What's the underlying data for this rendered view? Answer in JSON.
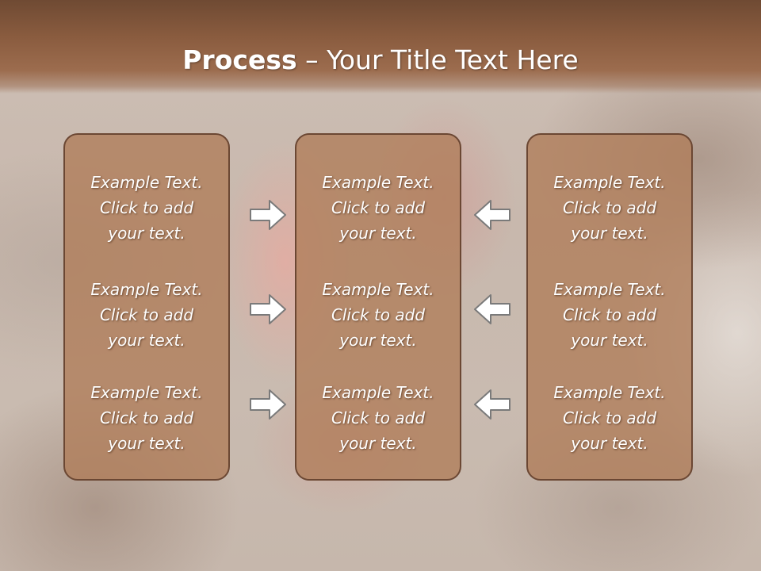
{
  "title": {
    "bold": "Process",
    "dash": " – ",
    "rest": "Your Title Text Here"
  },
  "columns": [
    {
      "blocks": [
        {
          "line1": "Example Text.",
          "line2": "Click  to add",
          "line3": "your text."
        },
        {
          "line1": "Example Text.",
          "line2": "Click  to add",
          "line3": "your text."
        },
        {
          "line1": "Example Text.",
          "line2": "Click  to add",
          "line3": "your text."
        }
      ]
    },
    {
      "blocks": [
        {
          "line1": "Example Text.",
          "line2": "Click  to add",
          "line3": "your text."
        },
        {
          "line1": "Example Text.",
          "line2": "Click  to add",
          "line3": "your text."
        },
        {
          "line1": "Example Text.",
          "line2": "Click  to add",
          "line3": "your text."
        }
      ]
    },
    {
      "blocks": [
        {
          "line1": "Example Text.",
          "line2": "Click  to add",
          "line3": "your text."
        },
        {
          "line1": "Example Text.",
          "line2": "Click  to add",
          "line3": "your text."
        },
        {
          "line1": "Example Text.",
          "line2": "Click  to add",
          "line3": "your text."
        }
      ]
    }
  ],
  "arrows": {
    "left_group": "arrow-right-icon",
    "right_group": "arrow-left-icon"
  },
  "colors": {
    "title_band": "#8a5c3f",
    "box_fill": "#b07c58",
    "box_border": "#6b4733",
    "arrow_fill": "#ffffff",
    "arrow_stroke": "#7a7a7a"
  }
}
